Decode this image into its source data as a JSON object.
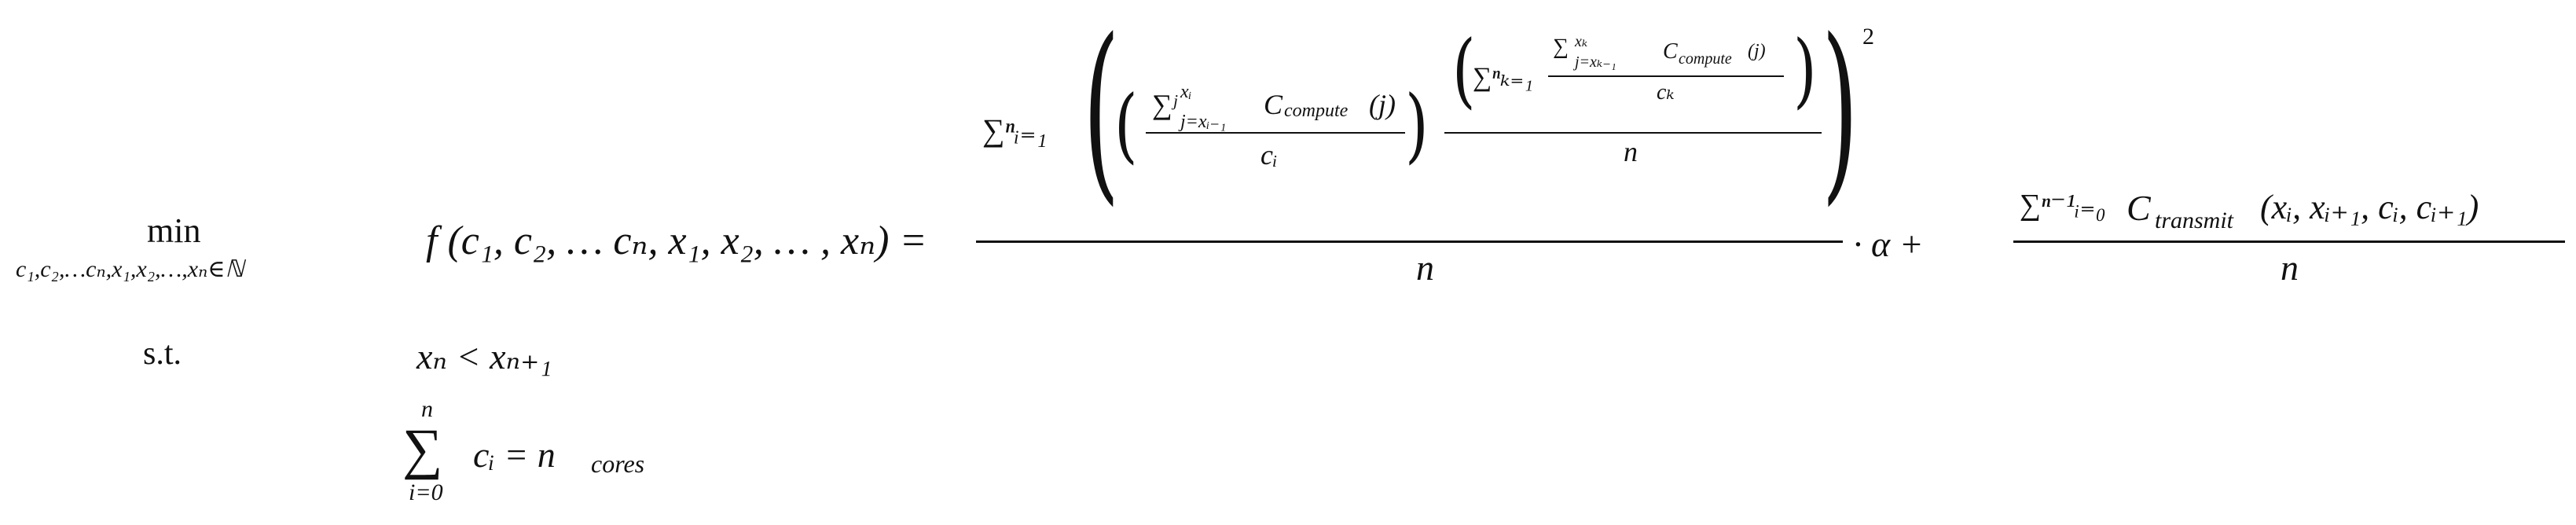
{
  "objective": {
    "operator": "min",
    "operator_subscript": "c₁,c₂,…cₙ,x₁,x₂,…,xₙ∈ℕ",
    "lhs": "f (c₁, c₂, … cₙ, x₁, x₂, … , xₙ) =",
    "outer_sum": "∑ⁿᵢ₌₁",
    "inner_sum_j": "∑ʲ",
    "inner_sum_j_upper": "xᵢ",
    "inner_sum_j_lower": "j=xᵢ₋₁",
    "c_compute_j": "C",
    "compute_sub": "compute",
    "arg_j": "(j)",
    "ci": "cᵢ",
    "sum_k": "∑ⁿₖ₌₁",
    "sum_jk_upper": "xₖ",
    "sum_jk_lower": "j=xₖ₋₁",
    "ck": "cₖ",
    "n_inner": "n",
    "exponent": "2",
    "n_outer": "n",
    "dot_alpha": "· α +",
    "transmit_sum": "∑ⁿ⁻¹ᵢ₌₀",
    "transmit_C": "C",
    "transmit_sub": "transmit",
    "transmit_args": "(xᵢ, xᵢ₊₁,  cᵢ, cᵢ₊₁)",
    "n_transmit": "n"
  },
  "constraints": {
    "label": "s.t.",
    "c1": "xₙ < xₙ₊₁",
    "c2_sum": "∑",
    "c2_upper": "n",
    "c2_lower": "i=0",
    "c2_body": "cᵢ = n",
    "c2_body_sub": "cores"
  }
}
